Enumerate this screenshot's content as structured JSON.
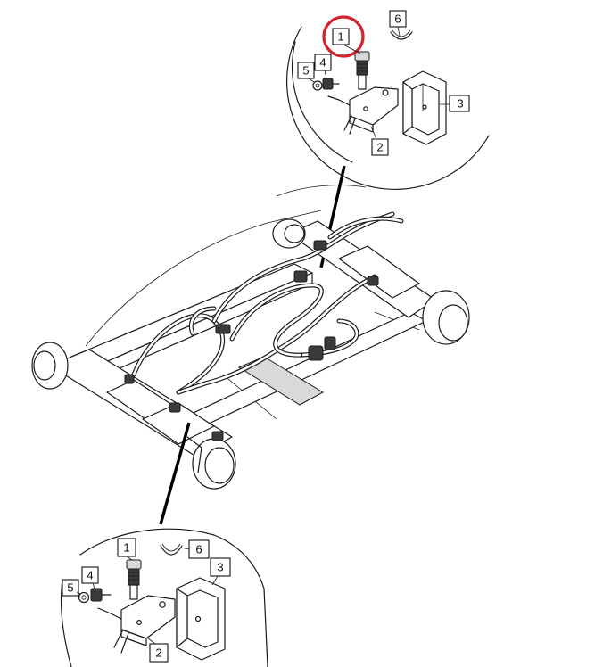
{
  "highlight_color": "#d0252f",
  "top_detail": {
    "callouts": [
      {
        "id": "1",
        "label": "1"
      },
      {
        "id": "2",
        "label": "2"
      },
      {
        "id": "3",
        "label": "3"
      },
      {
        "id": "4",
        "label": "4"
      },
      {
        "id": "5",
        "label": "5"
      },
      {
        "id": "6",
        "label": "6"
      }
    ]
  },
  "bottom_detail": {
    "callouts": [
      {
        "id": "1",
        "label": "1"
      },
      {
        "id": "2",
        "label": "2"
      },
      {
        "id": "3",
        "label": "3"
      },
      {
        "id": "4",
        "label": "4"
      },
      {
        "id": "5",
        "label": "5"
      },
      {
        "id": "6",
        "label": "6"
      }
    ]
  }
}
